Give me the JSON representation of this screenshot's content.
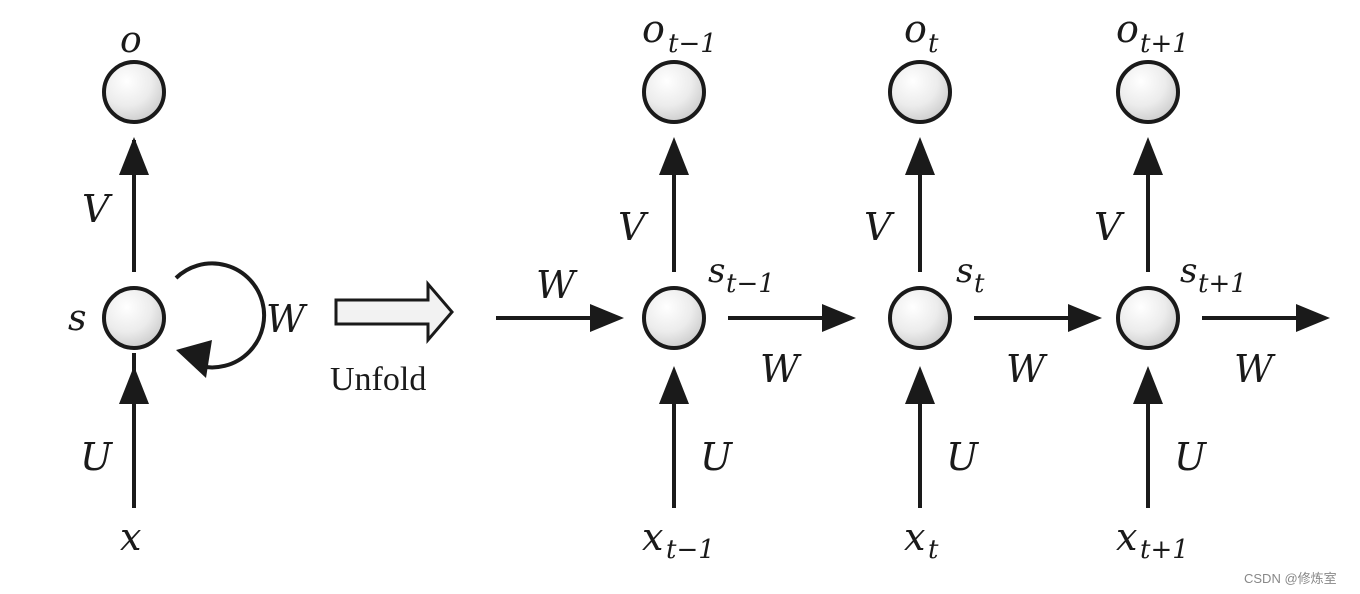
{
  "colors": {
    "stroke": "#1a1a1a",
    "node_fill_light": "#ffffff",
    "node_fill_dark": "#c8c8c8",
    "unfold_arrow_fill": "#f2f2f2",
    "watermark": "#888888"
  },
  "folded": {
    "output": "o",
    "state": "s",
    "input": "x",
    "weight_out": "V",
    "weight_in": "U",
    "weight_recurrent": "W"
  },
  "unfold_label": "Unfold",
  "unfolded": {
    "incoming_weight": "W",
    "steps": [
      {
        "output": "o",
        "output_sub": "t−1",
        "state": "s",
        "state_sub": "t−1",
        "input": "x",
        "input_sub": "t−1",
        "weight_out": "V",
        "weight_in": "U",
        "weight_next": "W"
      },
      {
        "output": "o",
        "output_sub": "t",
        "state": "s",
        "state_sub": "t",
        "input": "x",
        "input_sub": "t",
        "weight_out": "V",
        "weight_in": "U",
        "weight_next": "W"
      },
      {
        "output": "o",
        "output_sub": "t+1",
        "state": "s",
        "state_sub": "t+1",
        "input": "x",
        "input_sub": "t+1",
        "weight_out": "V",
        "weight_in": "U",
        "weight_next": "W"
      }
    ]
  },
  "watermark": "CSDN @修炼室"
}
